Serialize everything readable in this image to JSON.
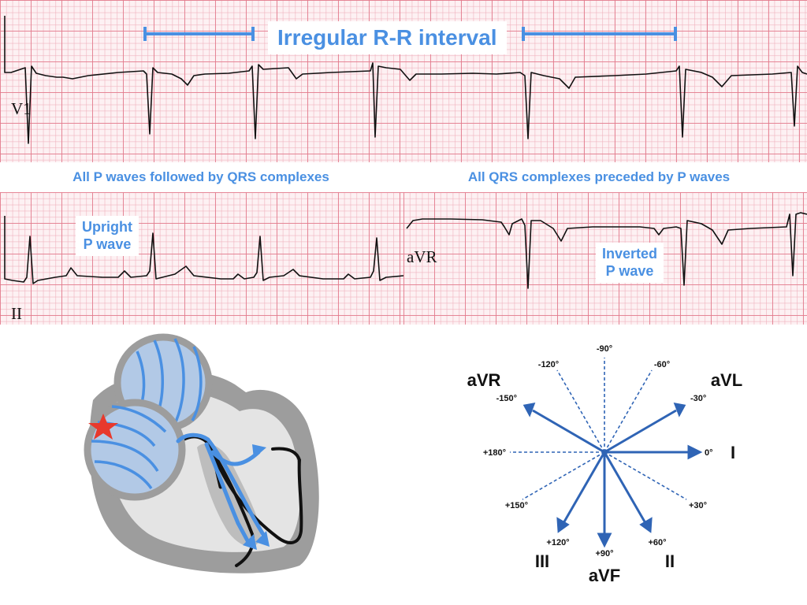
{
  "ecg": {
    "rr_title": "Irregular R-R interval",
    "leads": {
      "v1": "V1",
      "ii": "II",
      "avr": "aVR"
    },
    "caption_left": "All P waves followed by QRS complexes",
    "caption_right": "All QRS complexes preceded by P waves",
    "upright_line1": "Upright",
    "upright_line2": "P wave",
    "inverted_line1": "Inverted",
    "inverted_line2": "P wave"
  },
  "axis": {
    "leads": {
      "avr": "aVR",
      "avl": "aVL",
      "i": "I",
      "ii": "II",
      "iii": "III",
      "avf": "aVF"
    },
    "degrees": {
      "m90": "-90°",
      "m60": "-60°",
      "m120": "-120°",
      "m30": "-30°",
      "m150": "-150°",
      "p0": "0°",
      "p180": "+180°",
      "p30": "+30°",
      "p150": "+150°",
      "p60": "+60°",
      "p120": "+120°",
      "p90": "+90°"
    }
  },
  "colors": {
    "accent_blue": "#4a90e2",
    "axis_blue": "#2f64b5",
    "grid_major": "#e27a8c",
    "grid_minor": "#efb0bc",
    "star_red": "#e8392c"
  },
  "icons": {
    "heart": "heart-conduction-diagram-icon",
    "origin": "red-star-icon"
  }
}
